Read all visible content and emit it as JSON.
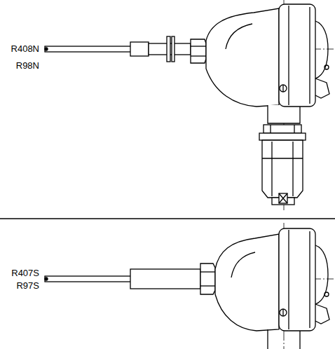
{
  "diagram": {
    "labels": [
      "R408N",
      "R98N",
      "R407S",
      "R97S"
    ]
  }
}
